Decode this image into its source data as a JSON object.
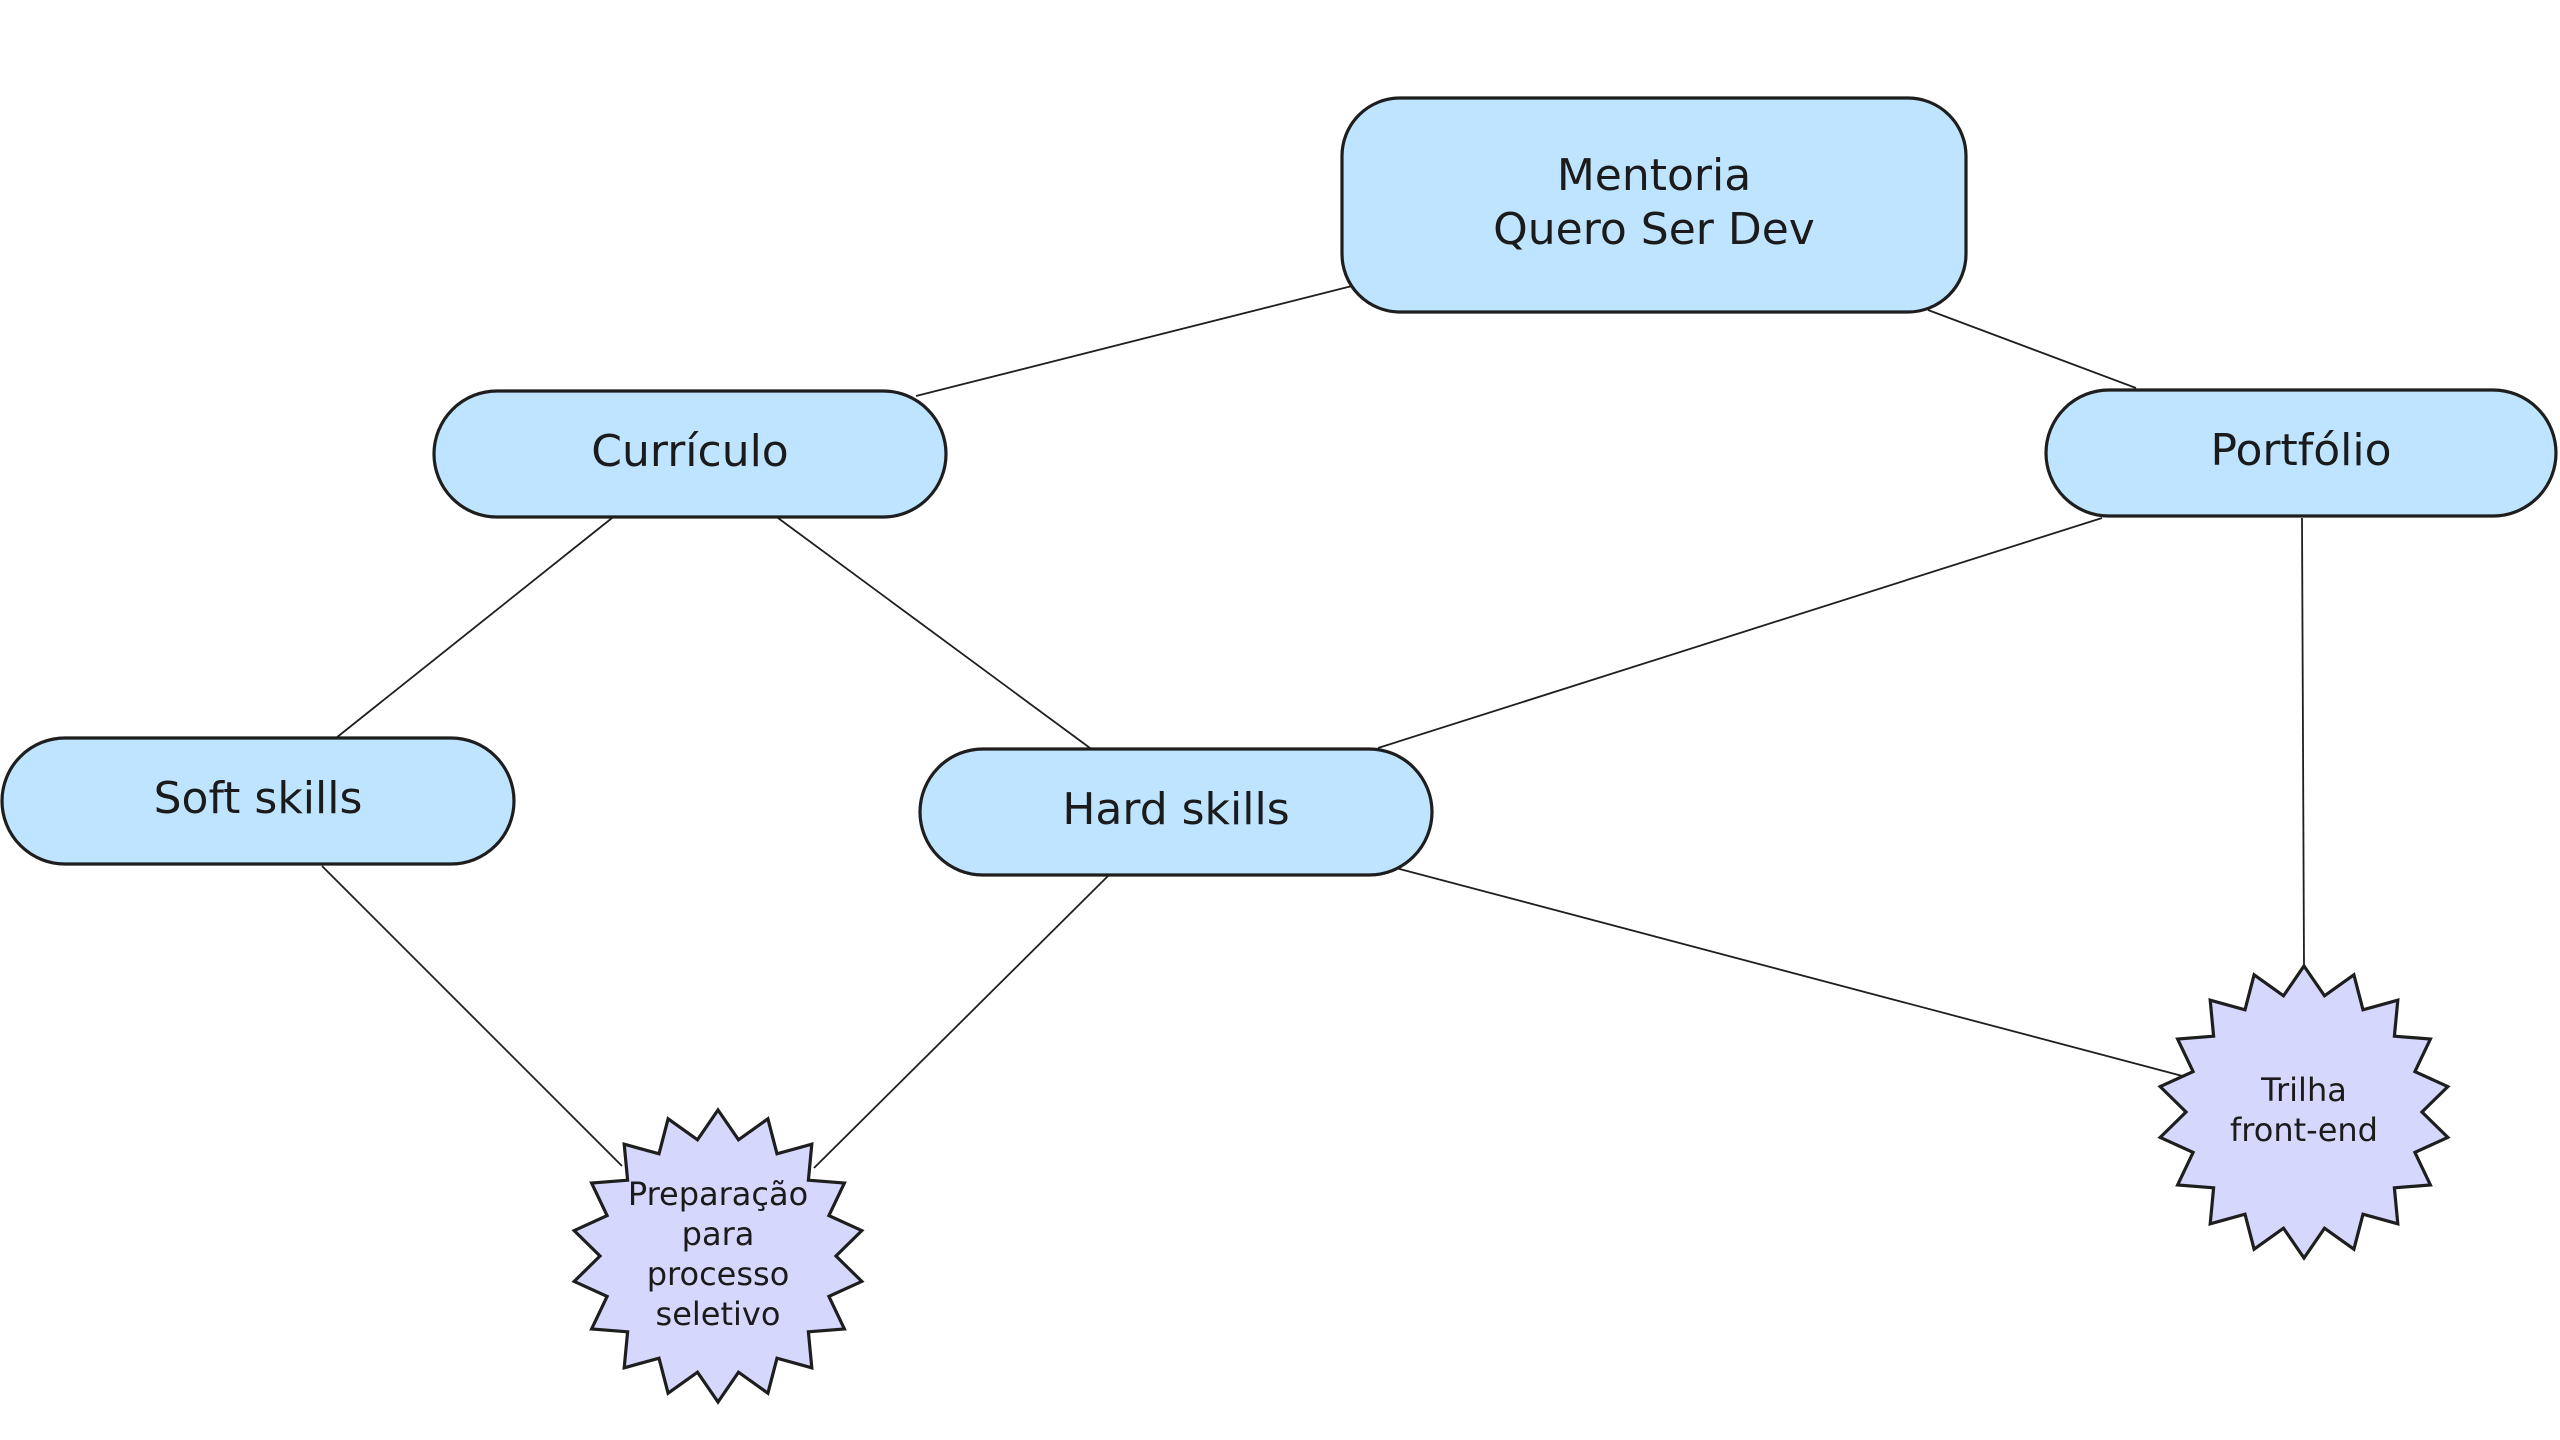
{
  "colors": {
    "box_fill": "#bfe4ff",
    "star_fill": "#d6d7fc",
    "stroke": "#1e1e1e",
    "connector": "#1f1f1f"
  },
  "nodes": {
    "mentoria": {
      "lines": [
        "Mentoria",
        "Quero Ser Dev"
      ]
    },
    "curriculo": {
      "lines": [
        "Currículo"
      ]
    },
    "portfolio": {
      "lines": [
        "Portfólio"
      ]
    },
    "soft_skills": {
      "lines": [
        "Soft skills"
      ]
    },
    "hard_skills": {
      "lines": [
        "Hard skills"
      ]
    },
    "preparacao": {
      "lines": [
        "Preparação",
        "para",
        "processo",
        "seletivo"
      ]
    },
    "trilha": {
      "lines": [
        "Trilha",
        "front-end"
      ]
    }
  },
  "edges": [
    {
      "from": "mentoria",
      "to": "curriculo"
    },
    {
      "from": "mentoria",
      "to": "portfolio"
    },
    {
      "from": "curriculo",
      "to": "soft_skills"
    },
    {
      "from": "curriculo",
      "to": "hard_skills"
    },
    {
      "from": "portfolio",
      "to": "hard_skills"
    },
    {
      "from": "portfolio",
      "to": "trilha"
    },
    {
      "from": "soft_skills",
      "to": "preparacao"
    },
    {
      "from": "hard_skills",
      "to": "preparacao"
    },
    {
      "from": "hard_skills",
      "to": "trilha"
    }
  ]
}
